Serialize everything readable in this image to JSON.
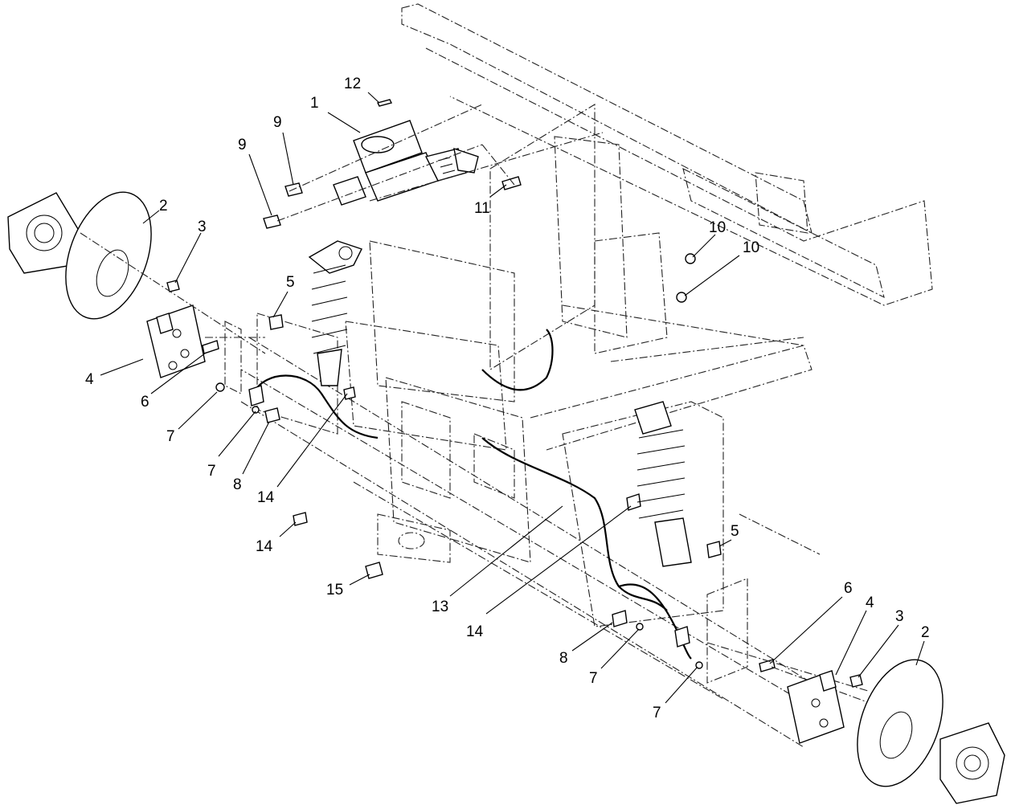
{
  "callouts": [
    {
      "id": "c1",
      "text": "1"
    },
    {
      "id": "c12",
      "text": "12"
    },
    {
      "id": "c9a",
      "text": "9"
    },
    {
      "id": "c9b",
      "text": "9"
    },
    {
      "id": "c11",
      "text": "11"
    },
    {
      "id": "c2a",
      "text": "2"
    },
    {
      "id": "c3a",
      "text": "3"
    },
    {
      "id": "c5a",
      "text": "5"
    },
    {
      "id": "c10a",
      "text": "10"
    },
    {
      "id": "c10b",
      "text": "10"
    },
    {
      "id": "c4a",
      "text": "4"
    },
    {
      "id": "c6a",
      "text": "6"
    },
    {
      "id": "c7a",
      "text": "7"
    },
    {
      "id": "c7b",
      "text": "7"
    },
    {
      "id": "c8a",
      "text": "8"
    },
    {
      "id": "c14a",
      "text": "14"
    },
    {
      "id": "c14b",
      "text": "14"
    },
    {
      "id": "c15",
      "text": "15"
    },
    {
      "id": "c13",
      "text": "13"
    },
    {
      "id": "c14c",
      "text": "14"
    },
    {
      "id": "c5b",
      "text": "5"
    },
    {
      "id": "c6b",
      "text": "6"
    },
    {
      "id": "c4b",
      "text": "4"
    },
    {
      "id": "c3b",
      "text": "3"
    },
    {
      "id": "c2b",
      "text": "2"
    },
    {
      "id": "c8b",
      "text": "8"
    },
    {
      "id": "c7c",
      "text": "7"
    },
    {
      "id": "c7d",
      "text": "7"
    }
  ]
}
